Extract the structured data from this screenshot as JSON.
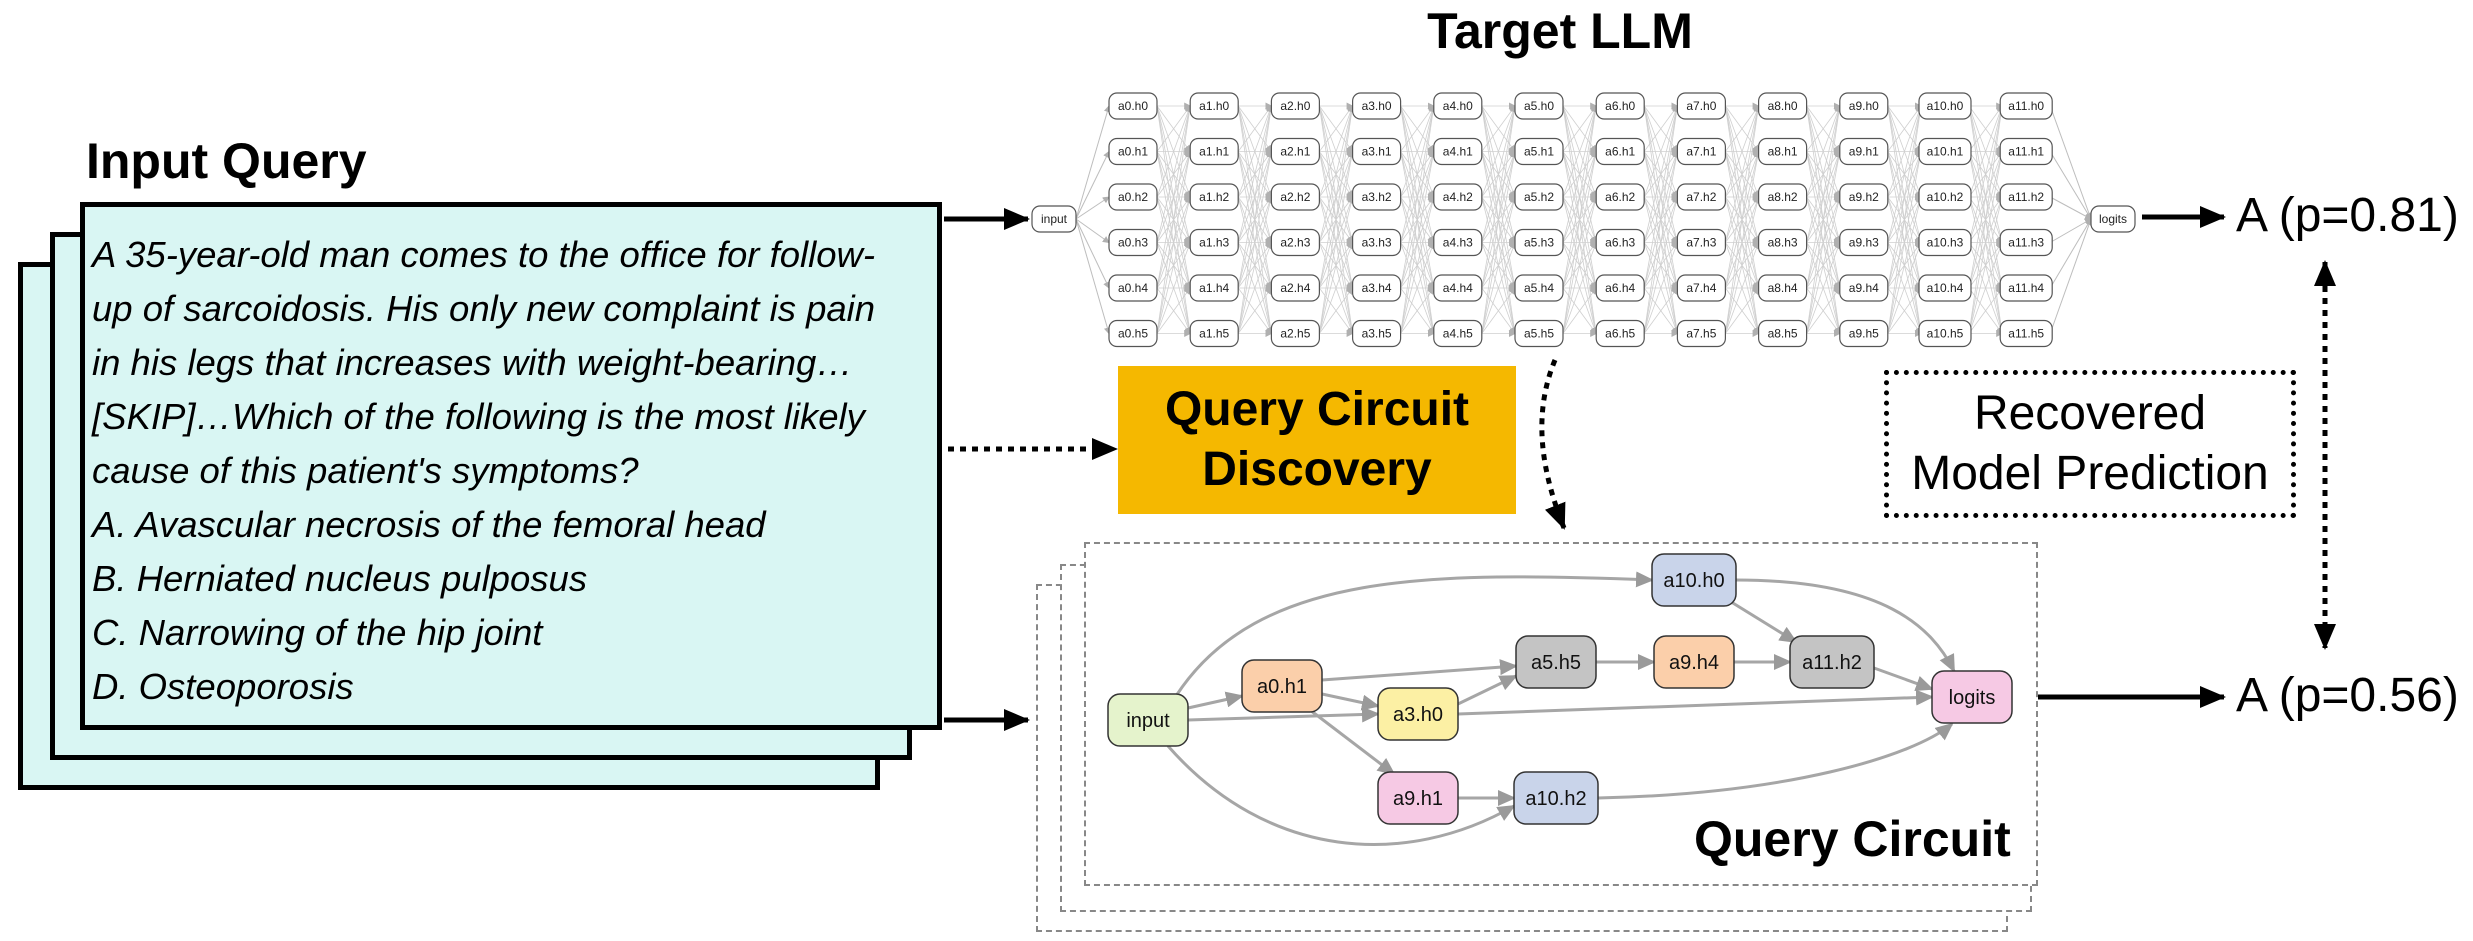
{
  "titles": {
    "target_llm": "Target LLM",
    "input_query": "Input Query",
    "query_circuit": "Query Circuit"
  },
  "query": {
    "lines": [
      "A 35-year-old man comes to the office for follow-",
      "up of sarcoidosis. His only new complaint is pain",
      "in his legs that increases with weight-bearing…",
      "[SKIP]…Which of the following is the most likely",
      "cause of this patient's symptoms?",
      "A. Avascular necrosis of the femoral head",
      "B. Herniated nucleus pulposus",
      "C. Narrowing of the hip joint",
      "D. Osteoporosis"
    ]
  },
  "discovery": {
    "line1": "Query Circuit",
    "line2": "Discovery"
  },
  "recovered": {
    "line1": "Recovered",
    "line2": "Model Prediction"
  },
  "predictions": {
    "full_model": "A (p=0.81)",
    "circuit": "A (p=0.56)"
  },
  "target_llm_graph": {
    "input_label": "input",
    "output_label": "logits",
    "layers": 12,
    "heads_per_layer": 6,
    "head_prefix": "a",
    "head_separator": ".h"
  },
  "circuit_nodes": [
    {
      "id": "input",
      "label": "input",
      "color": "#e5f3cc"
    },
    {
      "id": "a0.h1",
      "label": "a0.h1",
      "color": "#fbcfaa"
    },
    {
      "id": "a3.h0",
      "label": "a3.h0",
      "color": "#fcf0a4"
    },
    {
      "id": "a9.h1",
      "label": "a9.h1",
      "color": "#f6c9e4"
    },
    {
      "id": "a5.h5",
      "label": "a5.h5",
      "color": "#c4c4c4"
    },
    {
      "id": "a10.h0",
      "label": "a10.h0",
      "color": "#c9d4ea"
    },
    {
      "id": "a9.h4",
      "label": "a9.h4",
      "color": "#fbcfaa"
    },
    {
      "id": "a11.h2",
      "label": "a11.h2",
      "color": "#c4c4c4"
    },
    {
      "id": "a10.h2",
      "label": "a10.h2",
      "color": "#c9d4ea"
    },
    {
      "id": "logits",
      "label": "logits",
      "color": "#f6c9e4"
    }
  ],
  "circuit_edges": [
    [
      "input",
      "a0.h1"
    ],
    [
      "input",
      "a3.h0"
    ],
    [
      "input",
      "a10.h0"
    ],
    [
      "input",
      "a10.h2"
    ],
    [
      "a0.h1",
      "a3.h0"
    ],
    [
      "a0.h1",
      "a5.h5"
    ],
    [
      "a0.h1",
      "a9.h1"
    ],
    [
      "a3.h0",
      "a5.h5"
    ],
    [
      "a3.h0",
      "logits"
    ],
    [
      "a5.h5",
      "a9.h4"
    ],
    [
      "a9.h4",
      "a11.h2"
    ],
    [
      "a10.h0",
      "a11.h2"
    ],
    [
      "a10.h0",
      "logits"
    ],
    [
      "a11.h2",
      "logits"
    ],
    [
      "a9.h1",
      "a10.h2"
    ],
    [
      "a10.h2",
      "logits"
    ]
  ]
}
